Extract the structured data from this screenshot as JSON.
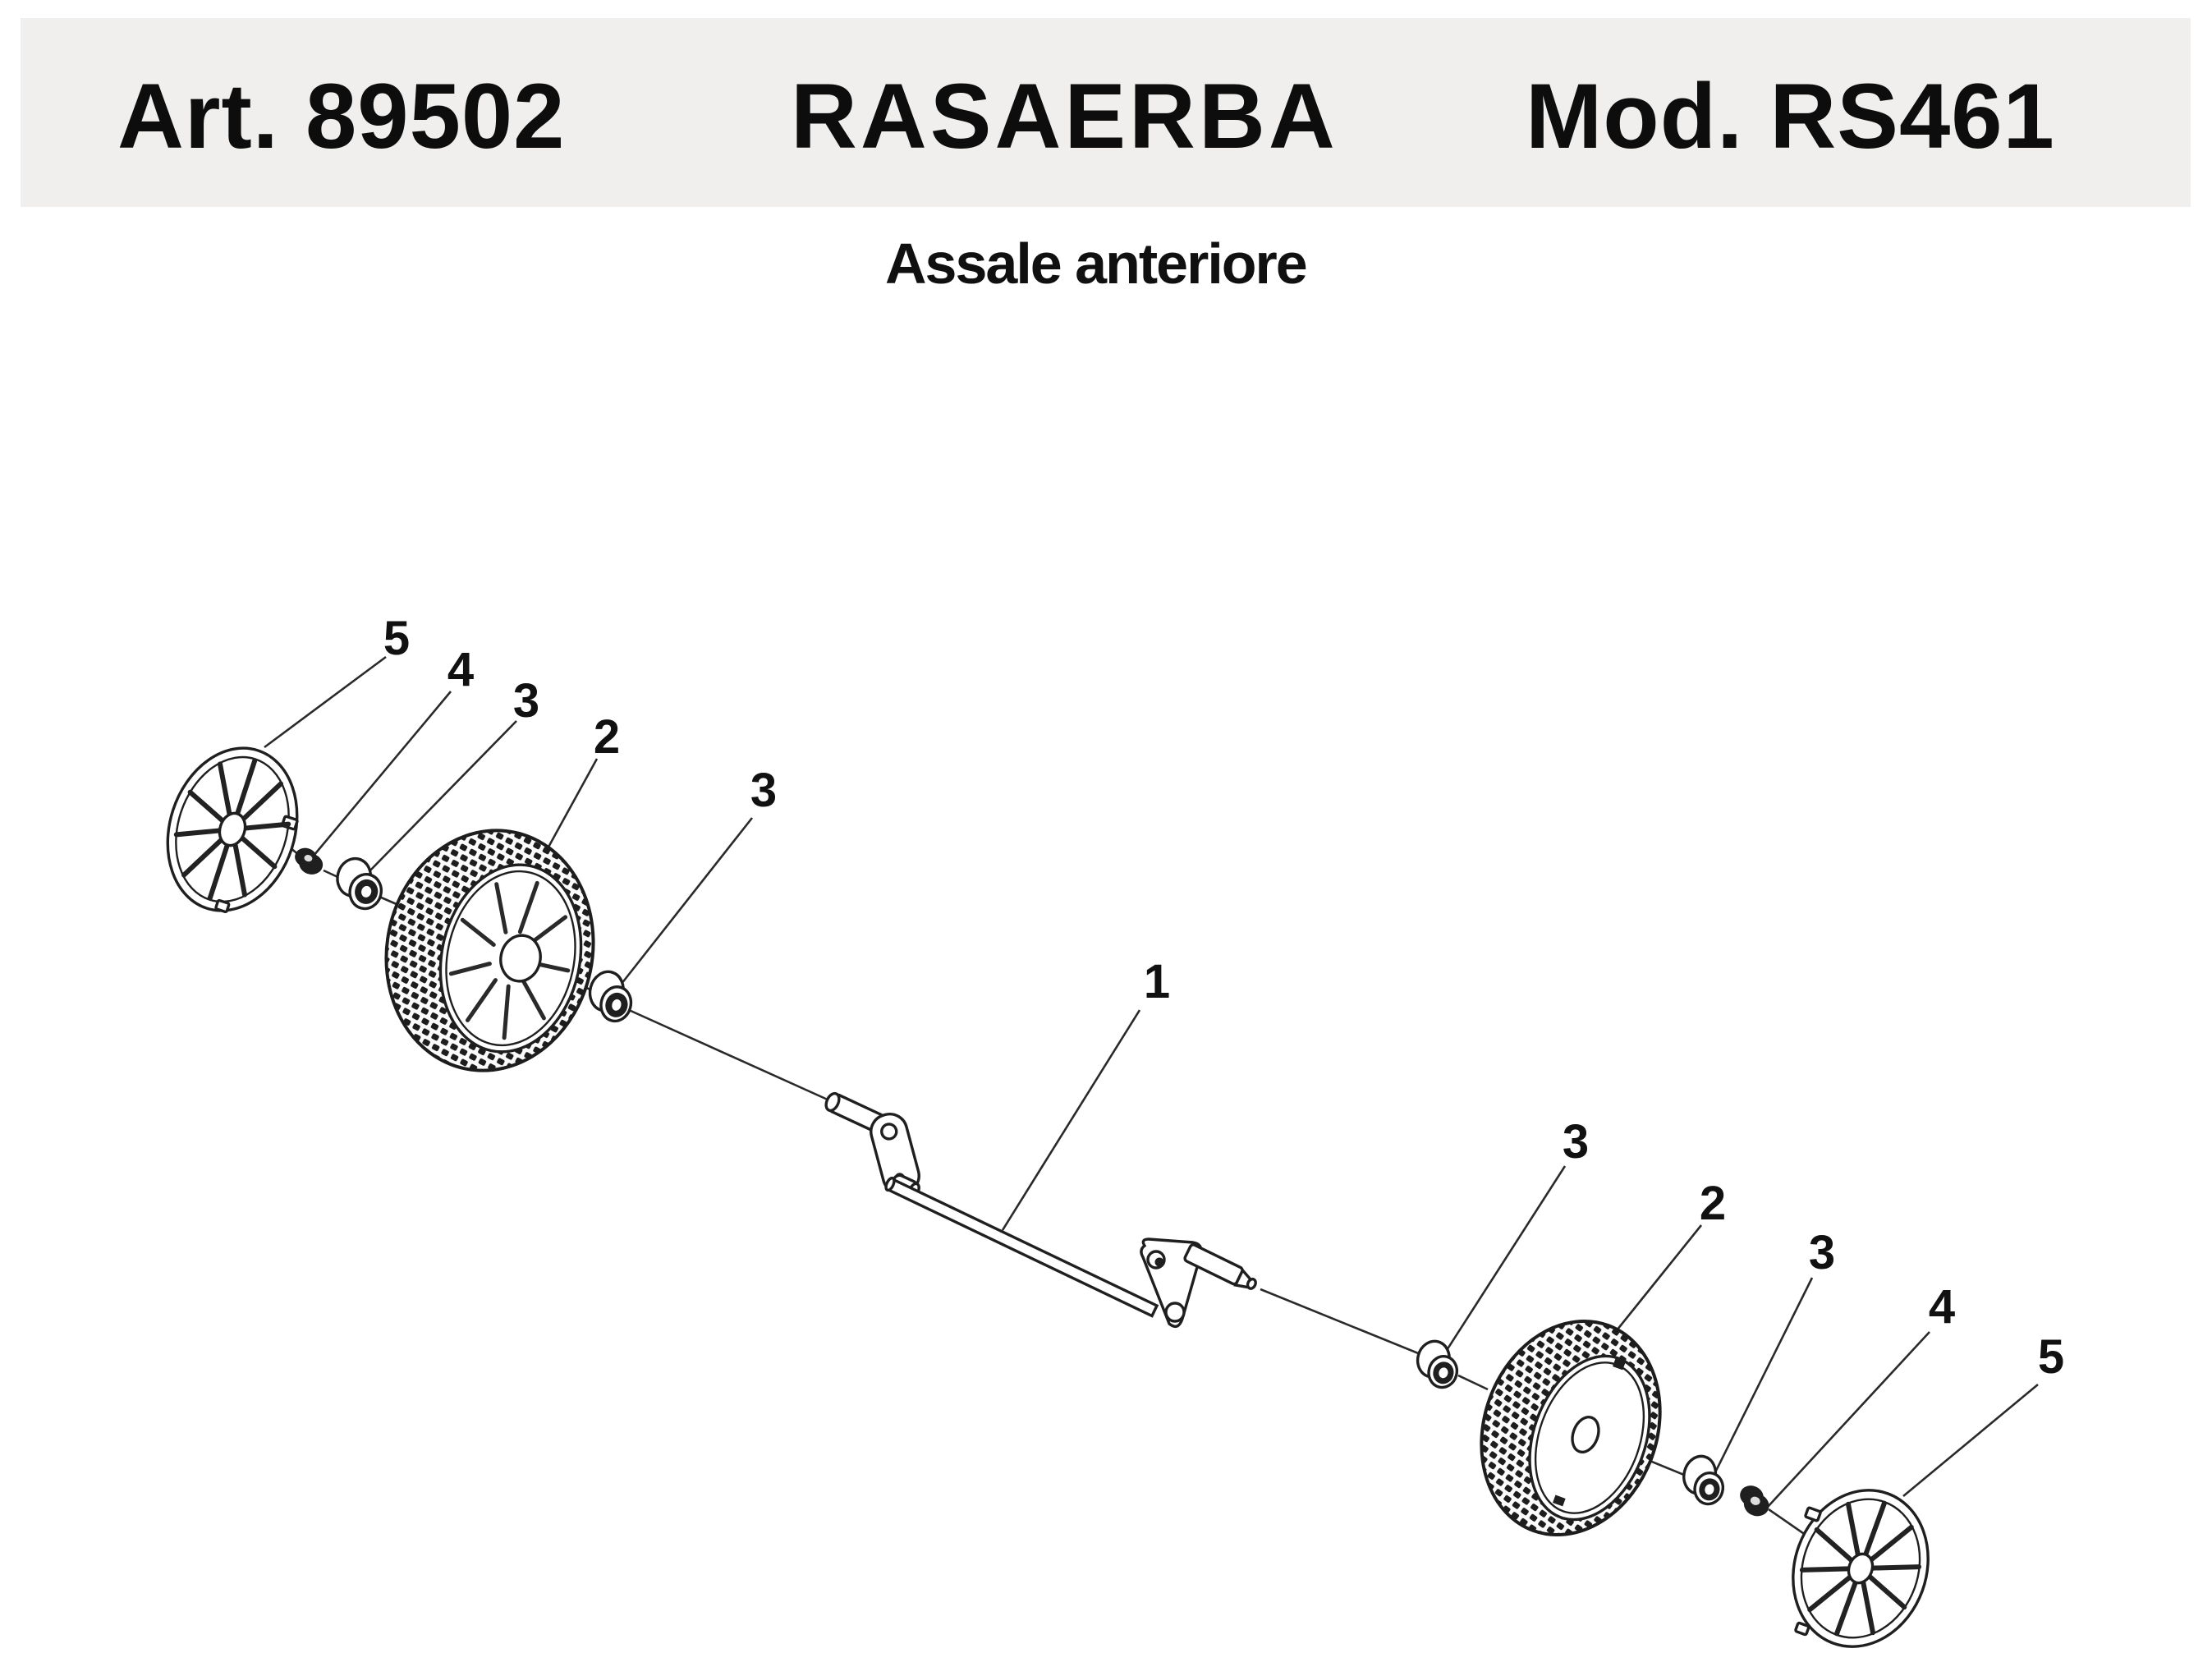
{
  "header": {
    "article": "Art. 89502",
    "product": "RASAERBA",
    "model": "Mod. RS461",
    "subtitle": "Assale anteriore"
  },
  "callouts": [
    "5",
    "4",
    "3",
    "2",
    "3",
    "1",
    "3",
    "2",
    "3",
    "4",
    "5"
  ],
  "colors": {
    "header_bg": "#f0efed",
    "ink": "#1f1f1f",
    "page_bg": "#ffffff"
  }
}
